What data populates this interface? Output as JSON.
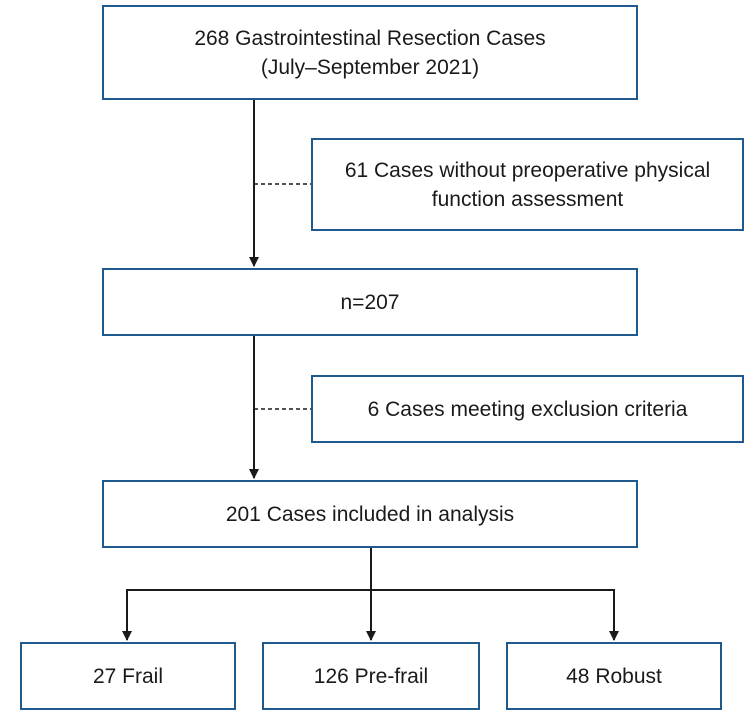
{
  "total": {
    "line1": "268 Gastrointestinal Resection Cases",
    "line2": "(July–September 2021)"
  },
  "exclusion1": {
    "line1": "61 Cases without preoperative physical",
    "line2": "function assessment"
  },
  "after_exclusion1": "n=207",
  "exclusion2": "6 Cases meeting exclusion criteria",
  "included": "201 Cases included in analysis",
  "groups": {
    "frail": "27 Frail",
    "prefrail": "126 Pre-frail",
    "robust": "48 Robust"
  },
  "colors": {
    "box_border": "#1f5a8f",
    "line": "#1a1a1a"
  }
}
